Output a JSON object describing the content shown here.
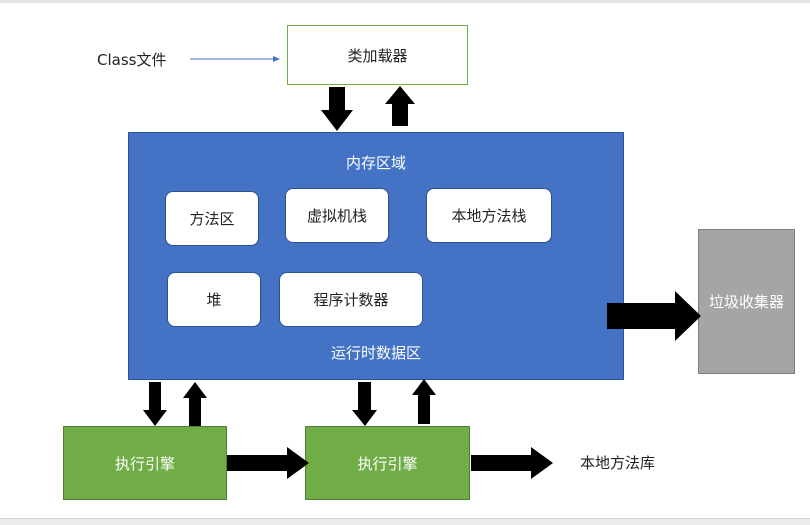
{
  "class_file": "Class文件",
  "class_loader": "类加载器",
  "memory_area": {
    "title": "内存区域",
    "subtitle": "运行时数据区",
    "method_area": "方法区",
    "vm_stack": "虚拟机栈",
    "native_method_stack": "本地方法栈",
    "heap": "堆",
    "program_counter": "程序计数器"
  },
  "garbage_collector": "垃圾收集器",
  "execution_engine_1": "执行引擎",
  "execution_engine_2": "执行引擎",
  "native_library": "本地方法库",
  "colors": {
    "memory_fill": "#4472c4",
    "engine_fill": "#70ad47",
    "collector_fill": "#a5a5a5",
    "arrow": "#000000",
    "thin_arrow": "#4472c4"
  }
}
